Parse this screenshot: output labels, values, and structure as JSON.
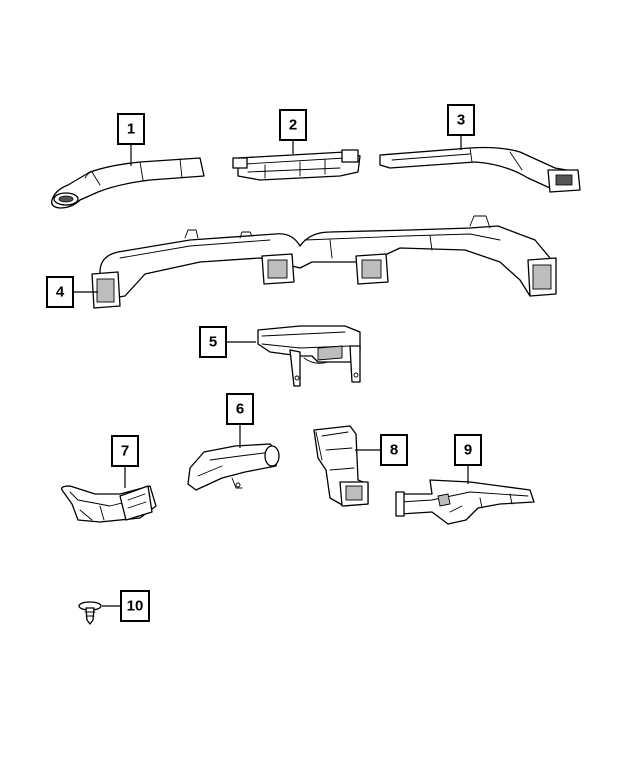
{
  "callouts": [
    {
      "number": "1"
    },
    {
      "number": "2"
    },
    {
      "number": "3"
    },
    {
      "number": "4"
    },
    {
      "number": "5"
    },
    {
      "number": "6"
    },
    {
      "number": "7"
    },
    {
      "number": "8"
    },
    {
      "number": "9"
    },
    {
      "number": "10"
    }
  ]
}
